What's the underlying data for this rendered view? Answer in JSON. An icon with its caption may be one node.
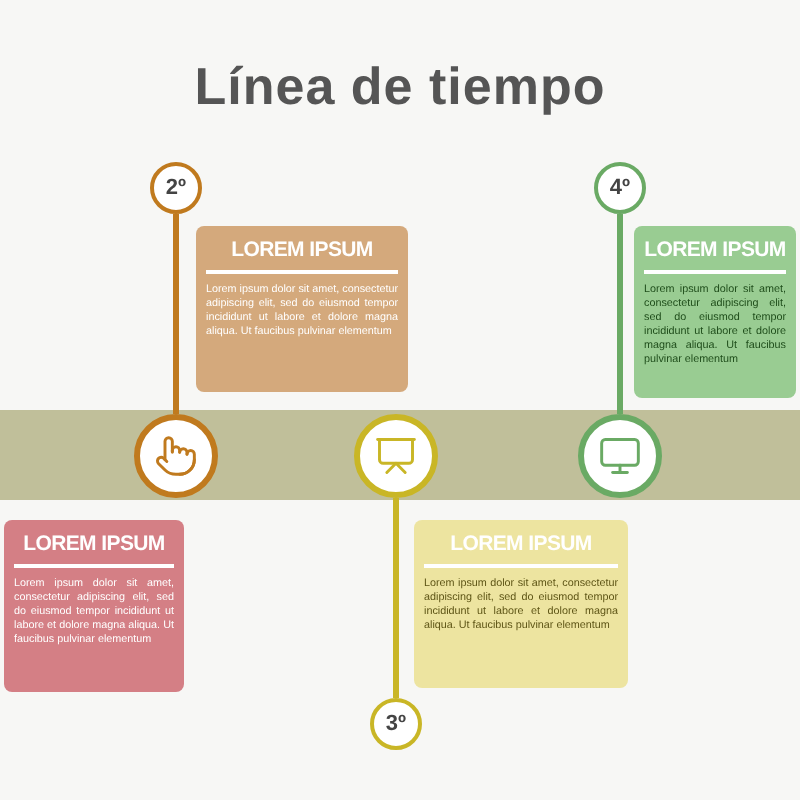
{
  "diagram": {
    "title": "Línea de tiempo",
    "nodes": [
      {
        "text": [
          "2º"
        ]
      },
      {
        "text": [
          "LOREM IPSUM",
          "Lorem ipsum dolor sit amet, consectetur adipiscing elit, sed do eiusmod tempor incididunt ut labore et dolore magna aliqua. Ut faucibus pulvinar elementum"
        ]
      },
      {
        "text": [
          "4º"
        ]
      },
      {
        "text": [
          "LOREM IPSUM",
          "Lorem ipsum dolor sit amet, consectetur adipiscing elit, sed do eiusmod tempor incididunt ut labore et dolore magna aliqua. Ut faucibus pulvinar elementum"
        ]
      },
      {
        "text": [],
        "shape": "circle"
      },
      {
        "text": [],
        "shape": "circle"
      },
      {
        "text": [],
        "shape": "circle"
      },
      {
        "text": [
          "LOREM IPSUM",
          "Lorem ipsum dolor sit amet, consectetur adipiscing elit, sed do eiusmod tempor incididunt ut labore et dolore magna aliqua. Ut faucibus pulvinar elementum"
        ]
      },
      {
        "text": [
          "LOREM IPSUM",
          "Lorem ipsum dolor sit amet, consectetur adipiscing elit, sed do eiusmod tempor incididunt ut labore et dolore magna aliqua. Ut faucibus pulvinar elementum"
        ]
      },
      {
        "text": [
          "3º"
        ]
      }
    ],
    "edges": [
      {
        "from": 0,
        "to": 4,
        "arrow": "none",
        "color": "#c07a1e"
      },
      {
        "from": 2,
        "to": 6,
        "arrow": "none",
        "color": "#6aaa64"
      },
      {
        "from": 5,
        "to": 9,
        "arrow": "none",
        "color": "#c9b626"
      }
    ]
  }
}
